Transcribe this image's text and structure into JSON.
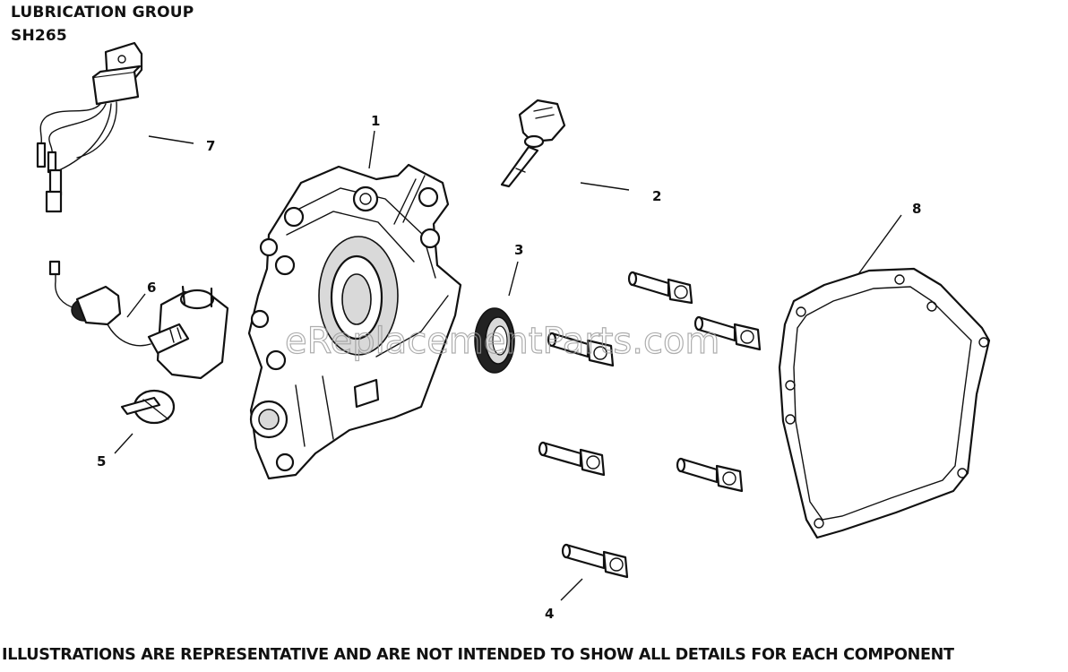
{
  "header": {
    "title": "LUBRICATION GROUP",
    "model": "SH265"
  },
  "callouts": [
    {
      "id": "1",
      "label": "1"
    },
    {
      "id": "2",
      "label": "2"
    },
    {
      "id": "3",
      "label": "3"
    },
    {
      "id": "4",
      "label": "4"
    },
    {
      "id": "5",
      "label": "5"
    },
    {
      "id": "6",
      "label": "6"
    },
    {
      "id": "7",
      "label": "7"
    },
    {
      "id": "8",
      "label": "8"
    }
  ],
  "watermark": "eReplacementParts.com",
  "footer": {
    "disclaimer": "ILLUSTRATIONS ARE REPRESENTATIVE AND ARE NOT INTENDED TO SHOW ALL DETAILS FOR EACH COMPONENT"
  }
}
